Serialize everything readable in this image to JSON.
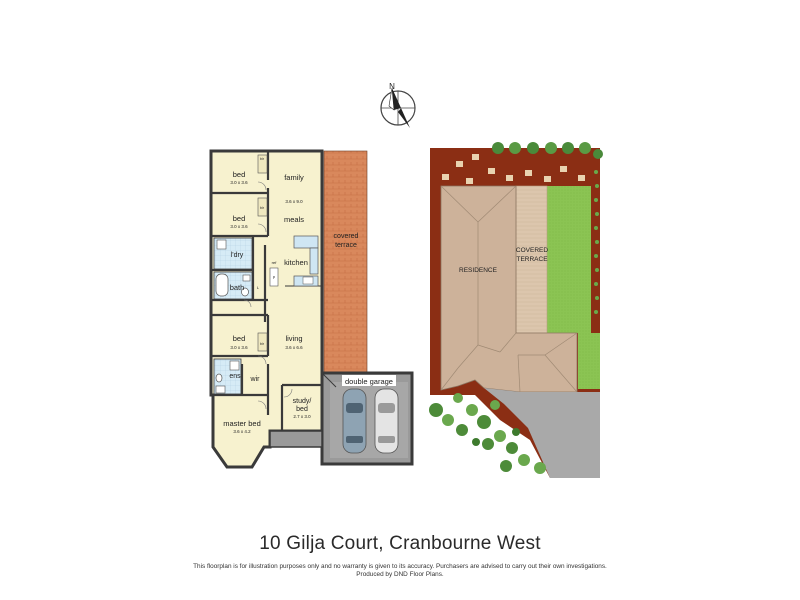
{
  "compass": {
    "north_label": "N"
  },
  "floorplan": {
    "rooms": {
      "bed1": {
        "name": "bed",
        "dims": "3.0 x 3.6"
      },
      "bed2": {
        "name": "bed",
        "dims": "3.0 x 3.6"
      },
      "bed3": {
        "name": "bed",
        "dims": "3.0 x 3.6"
      },
      "family": {
        "name": "family",
        "dims": "3.6 x 9.0"
      },
      "meals": {
        "name": "meals"
      },
      "kitchen": {
        "name": "kitchen"
      },
      "ldry": {
        "name": "l'dry"
      },
      "bath": {
        "name": "bath"
      },
      "living": {
        "name": "living",
        "dims": "3.6 x 6.6"
      },
      "ens": {
        "name": "ens"
      },
      "wir": {
        "name": "wir"
      },
      "study": {
        "name_line1": "study/",
        "name_line2": "bed",
        "dims": "2.7 x 3.0"
      },
      "master": {
        "name": "master bed",
        "dims": "3.6 x 4.2"
      },
      "garage": {
        "name": "double garage"
      },
      "terrace": {
        "name_line1": "covered",
        "name_line2": "terrace"
      }
    },
    "fixtures": {
      "bir1": "bir",
      "bir2": "bir",
      "bir3": "bir",
      "ref": "ref",
      "pantry": "p",
      "linen": "L"
    }
  },
  "siteplan": {
    "residence": "RESIDENCE",
    "terrace_line1": "COVERED",
    "terrace_line2": "TERRACE"
  },
  "colors": {
    "room": "#f7f2cf",
    "wall": "#3a3a3a",
    "terrace": "#d8835a",
    "garage": "#9a9a9a",
    "wet": "#cfe6f3",
    "soil": "#8b2e14",
    "lawn": "#8bc453",
    "roof": "#cdb29a",
    "driveway": "#a9a9a9"
  },
  "title": "10 Gilja Court, Cranbourne West",
  "disclaimer": {
    "line1": "This floorplan is for illustration purposes only and no warranty is given to its accuracy. Purchasers are advised to carry out their own investigations.",
    "line2": "Produced by DND Floor Plans."
  }
}
